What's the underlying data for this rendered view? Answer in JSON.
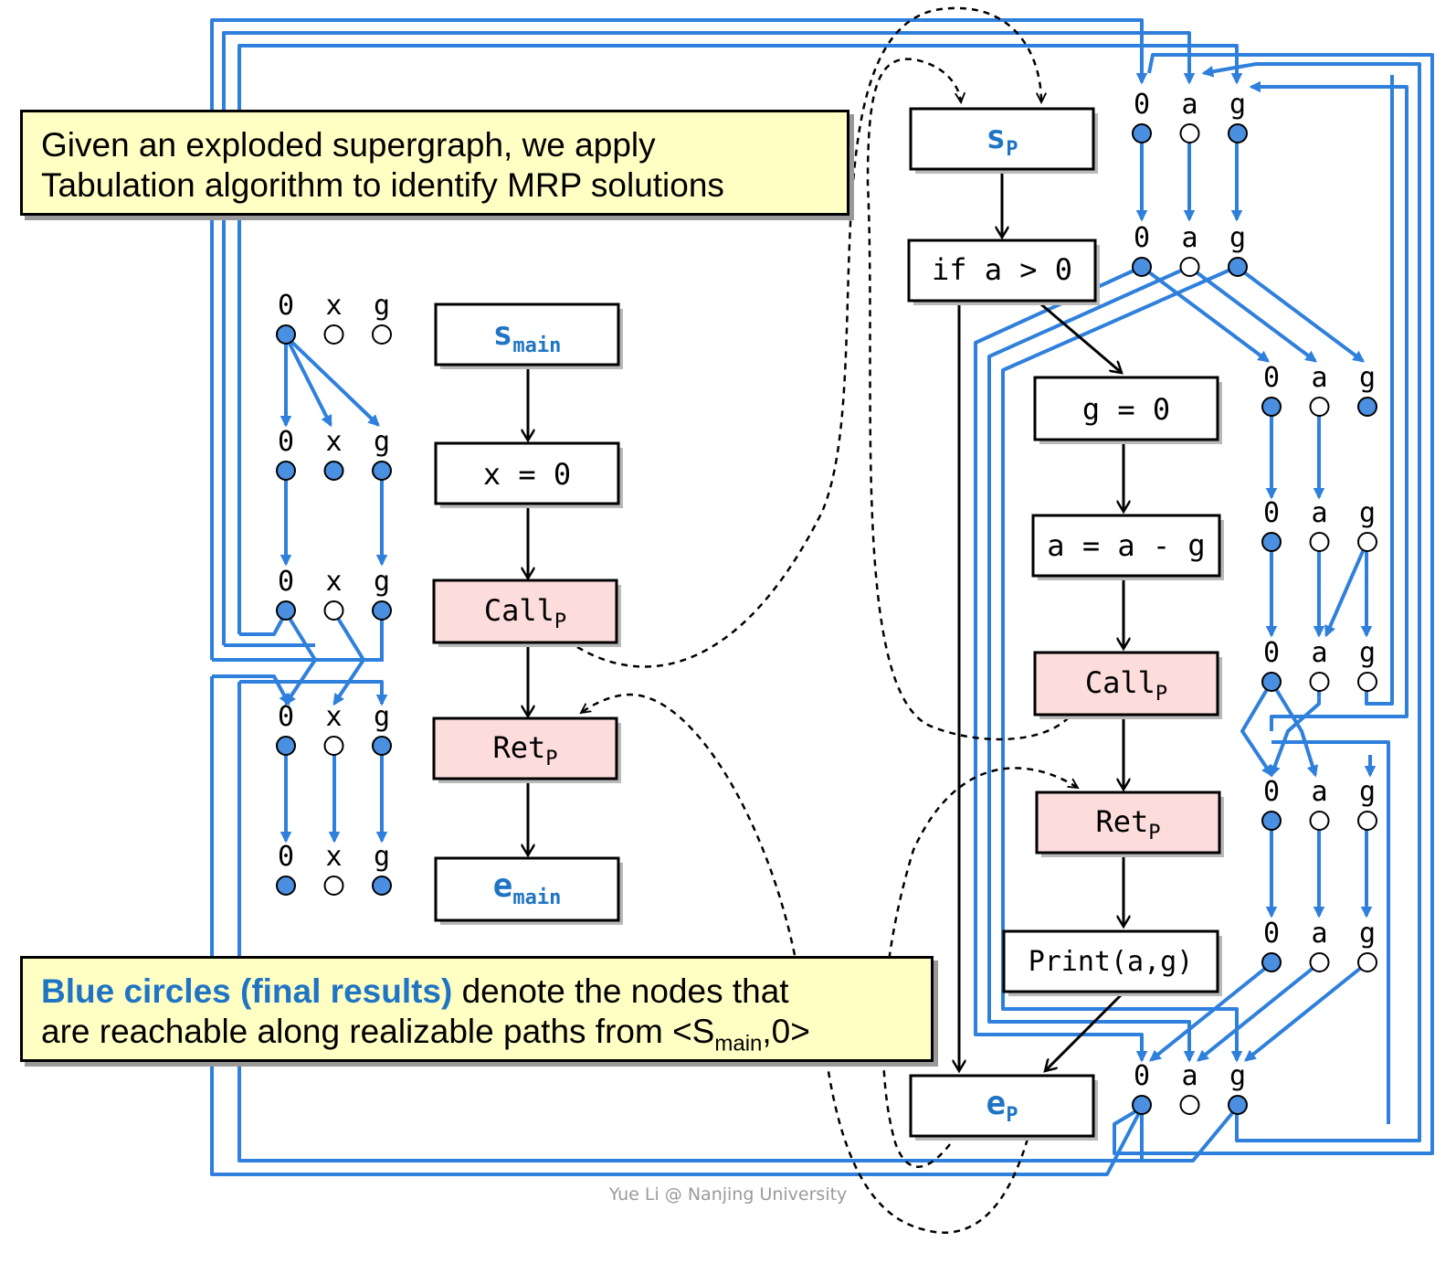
{
  "colors": {
    "edge_blue": "#2f80dc",
    "node_fill": "#4a8fe0",
    "accent_blue": "#1f75c4",
    "call_fill": "#fddcdc",
    "callout_fill": "#ffffc4"
  },
  "main_nodes": {
    "s_main": {
      "base": "s",
      "sub": "main"
    },
    "x0": "x = 0",
    "call": {
      "base": "Call",
      "sub": "P"
    },
    "ret": {
      "base": "Ret",
      "sub": "P"
    },
    "e_main": {
      "base": "e",
      "sub": "main"
    }
  },
  "p_nodes": {
    "s_p": {
      "base": "s",
      "sub": "P"
    },
    "if": "if a > 0",
    "g0": "g = 0",
    "aag": "a = a - g",
    "call": {
      "base": "Call",
      "sub": "P"
    },
    "ret": {
      "base": "Ret",
      "sub": "P"
    },
    "print": "Print(a,g)",
    "e_p": {
      "base": "e",
      "sub": "P"
    }
  },
  "fact_labels": {
    "main": [
      "0",
      "x",
      "g"
    ],
    "p": [
      "0",
      "a",
      "g"
    ]
  },
  "callout_top": {
    "line1": "Given an exploded supergraph, we apply",
    "line2": "Tabulation algorithm to identify MRP solutions"
  },
  "callout_bottom": {
    "highlight": "Blue circles (final results)",
    "rest1": " denote the nodes that",
    "line2_pre": "are reachable along realizable paths from <S",
    "line2_sub": "main",
    "line2_post": ",0>"
  },
  "footer": "Yue Li @ Nanjing University"
}
